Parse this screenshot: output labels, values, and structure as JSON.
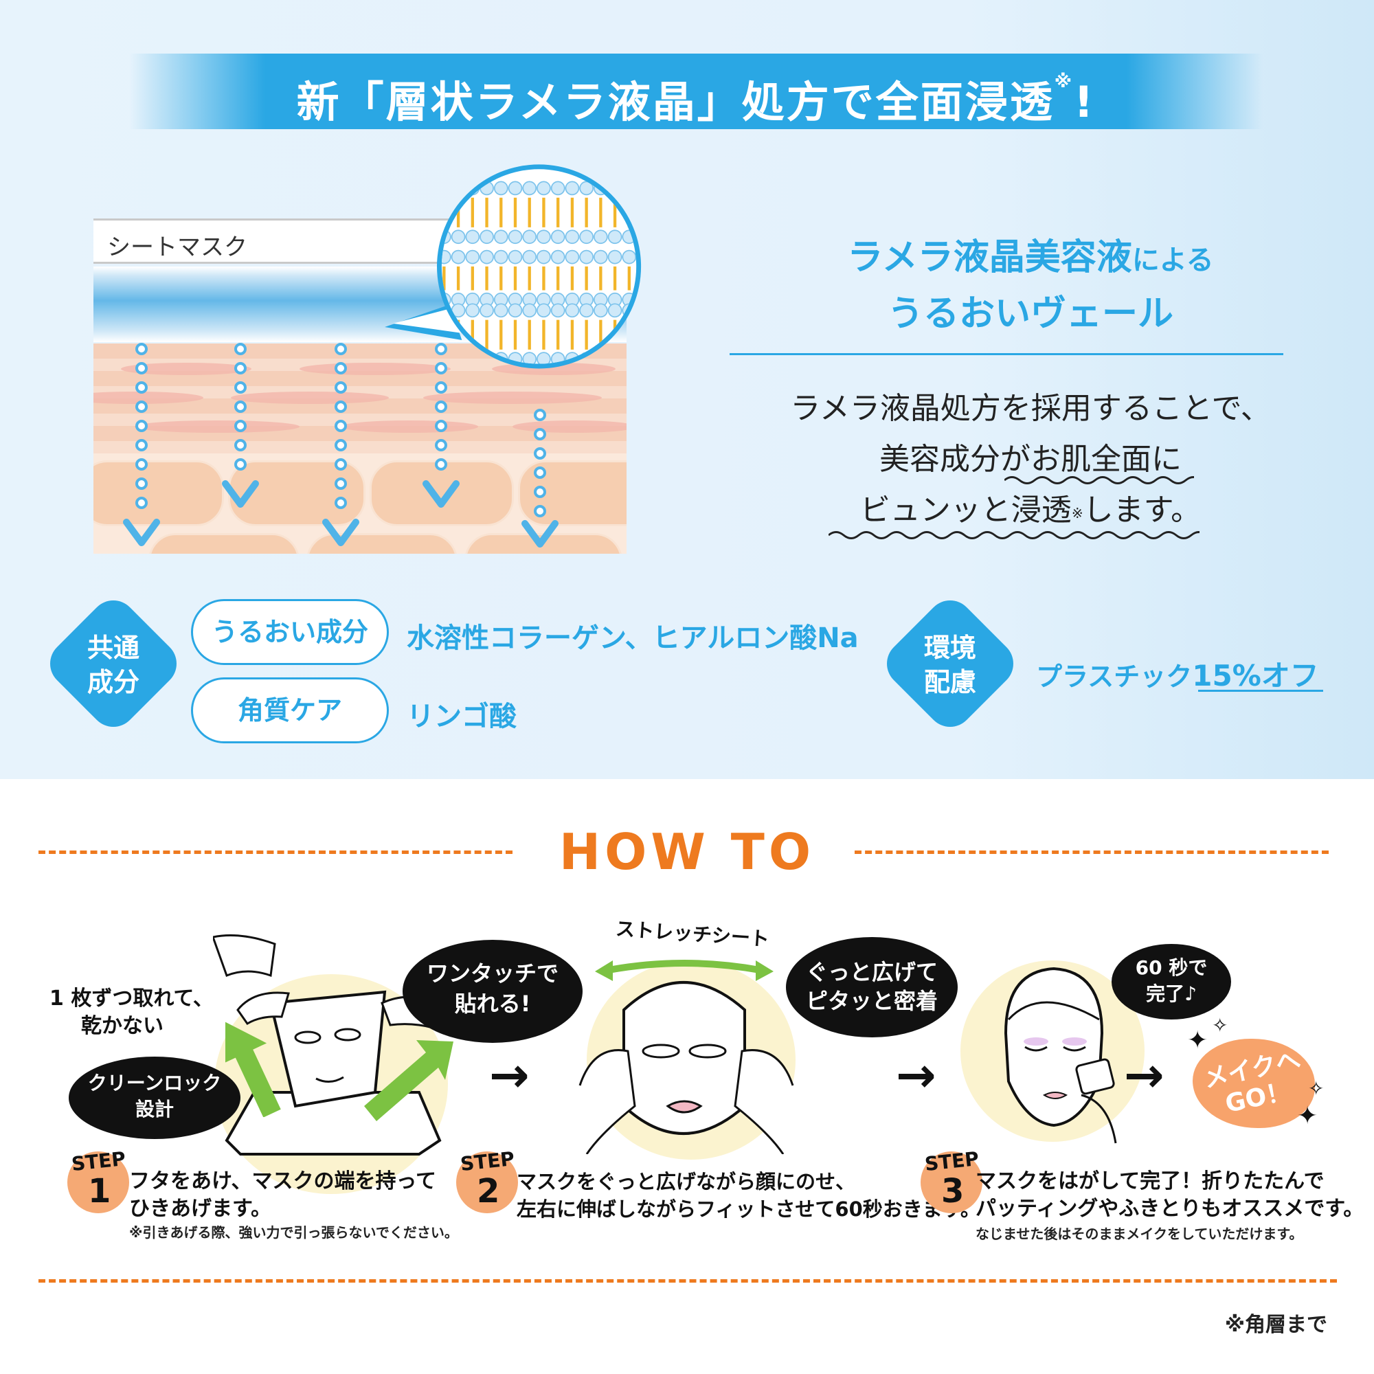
{
  "banner": {
    "title": "新「層状ラメラ液晶」処方で全面浸透",
    "title_mark": "※",
    "title_end": "!"
  },
  "diagram": {
    "sheet_label": "シートマスク"
  },
  "feature": {
    "headline_line1_main": "ラメラ液晶美容液",
    "headline_line1_small": "による",
    "headline_line2": "うるおいヴェール",
    "desc_line1": "ラメラ液晶処方を採用することで、",
    "desc_line2": "美容成分がお肌全面に",
    "desc_line3_a": "ビュンッと浸透",
    "desc_line3_mark": "※",
    "desc_line3_b": "します。"
  },
  "ingredients": {
    "common_line1": "共通",
    "common_line2": "成分",
    "moisture_label": "うるおい成分",
    "moisture_value": "水溶性コラーゲン、ヒアルロン酸Na",
    "exfoliate_label": "角質ケア",
    "exfoliate_value": "リンゴ酸",
    "eco_line1": "環境",
    "eco_line2": "配慮",
    "eco_value_prefix": "プラスチック",
    "eco_value_highlight": "15%オフ"
  },
  "howto": {
    "title": "HOW TO",
    "step1": {
      "note_line1": "1 枚ずつ取れて、",
      "note_line2": "乾かない",
      "bubble_line1": "クリーンロック",
      "bubble_line2": "設計",
      "speech_line1": "ワンタッチで",
      "speech_line2": "貼れる!",
      "badge_word": "STEP",
      "badge_num": "1",
      "text_line1": "フタをあけ、マスクの端を持って",
      "text_line2": "ひきあげます。",
      "note": "※引きあげる際、強い力で引っ張らないでください。"
    },
    "step2": {
      "stretch_label": "ストレッチシート",
      "speech_line1": "ぐっと広げて",
      "speech_line2": "ピタッと密着",
      "badge_word": "STEP",
      "badge_num": "2",
      "text_line1": "マスクをぐっと広げながら顔にのせ、",
      "text_line2": "左右に伸ばしながらフィットさせて60秒おきます。"
    },
    "step3": {
      "speech_line1": "60 秒で",
      "speech_line2": "完了♪",
      "badge_word": "STEP",
      "badge_num": "3",
      "text_line1": "マスクをはがして完了！折りたたんで",
      "text_line2": "パッティングやふきとりもオススメです。",
      "note": "なじませた後はそのままメイクをしていただけます。"
    },
    "makeup_line1": "メイクへ",
    "makeup_line2": "GO！",
    "arrow_glyph": "→"
  },
  "footnote": "※角層まで",
  "colors": {
    "brand_blue": "#2aa7e4",
    "orange": "#ee7a1f",
    "peach": "#f5a974",
    "green_arrow": "#7cc242"
  }
}
